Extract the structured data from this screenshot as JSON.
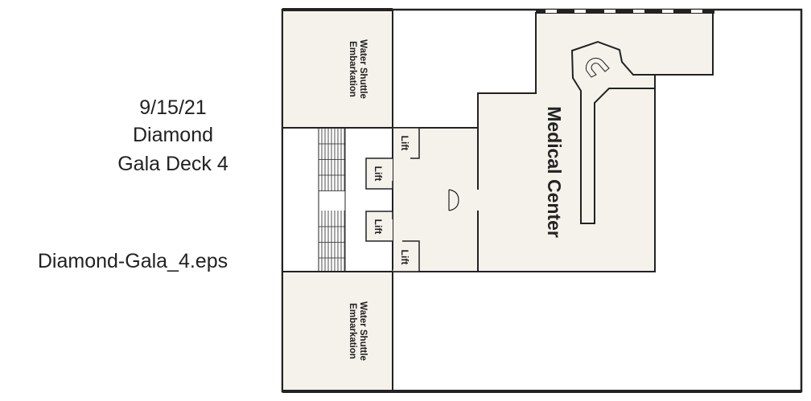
{
  "header": {
    "date": "9/15/21",
    "ship": "Diamond",
    "deck": "Gala Deck 4",
    "filename": "Diamond-Gala_4.eps"
  },
  "plan": {
    "rooms": {
      "embark_top_l1": "Water Shuttle",
      "embark_top_l2": "Embarkation",
      "embark_bottom_l1": "Water Shuttle",
      "embark_bottom_l2": "Embarkation",
      "medical": "Medical Center"
    },
    "lifts": [
      "Lift",
      "Lift",
      "Lift",
      "Lift"
    ],
    "colors": {
      "room_fill": "#f5f2ec",
      "wall": "#222222"
    }
  }
}
